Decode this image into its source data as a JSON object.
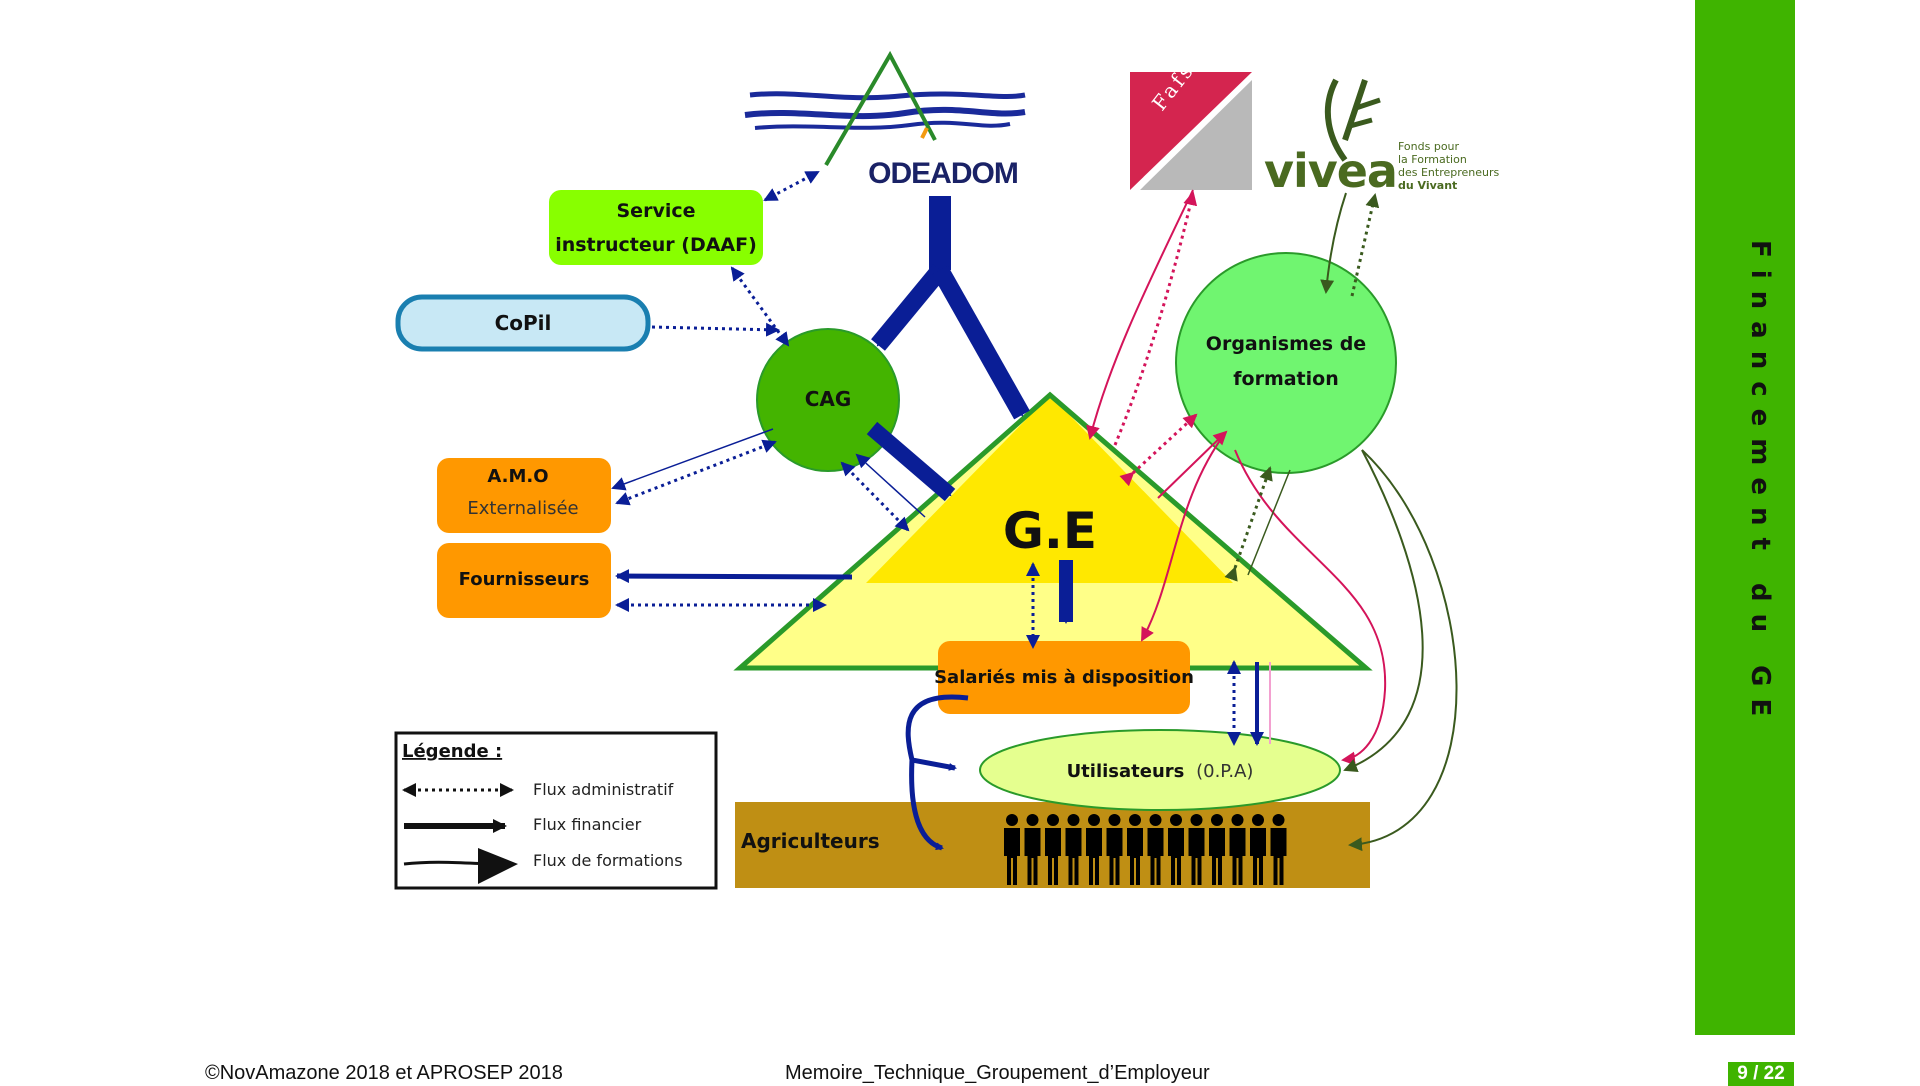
{
  "diagram": {
    "odeadom_label": "ODEADOM",
    "fafsea_label": "Fafsea",
    "vivea": {
      "name": "vivea",
      "line1": "Fonds pour",
      "line2": "la Formation",
      "line3": "des Entrepreneurs",
      "line4": "du Vivant"
    },
    "service_line1": "Service",
    "service_line2": "instructeur (DAAF)",
    "copil": "CoPil",
    "cag": "CAG",
    "amo_line1": "A.M.O",
    "amo_line2": "Externalisée",
    "fournisseurs": "Fournisseurs",
    "ge": "G.E",
    "organismes_line1": "Organismes de",
    "organismes_line2": "formation",
    "salaries": "Salariés mis à disposition",
    "utilisateurs": "Utilisateurs",
    "utilisateurs_suffix": "(0.P.A)",
    "agriculteurs": "Agriculteurs",
    "legend": {
      "title": "Légende :",
      "admin": "Flux administratif",
      "financier": "Flux financier",
      "formations": "Flux de formations"
    },
    "colors": {
      "financial_arrow": "#0a1e96",
      "training_arrow_pink": "#d4145a",
      "training_arrow_green": "#3a5a1e",
      "ge_yellow": "#ffe800",
      "ge_light_yellow": "#ffff88",
      "orange_box": "#ff9800",
      "green_box": "#88ff00",
      "cag_green": "#44b400",
      "organismes_green": "#70f570",
      "agriculteurs_brown": "#bf8f14",
      "side_bar_green": "#3fb400"
    }
  },
  "side_title": "Financement du GE",
  "footer": {
    "copyright": "©NovAmazone 2018 et APROSEP 2018",
    "document": "Memoire_Technique_Groupement_d’Employeur",
    "page": "9 / 22"
  }
}
